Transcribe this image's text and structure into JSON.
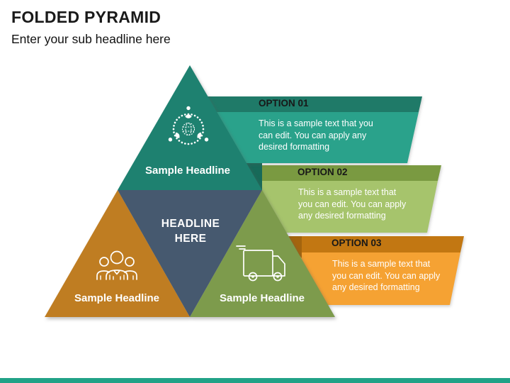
{
  "slide": {
    "title": "FOLDED PYRAMID",
    "subtitle": "Enter your sub headline here",
    "background_color": "#ffffff",
    "footer_bar_color": "#21a287"
  },
  "pyramid": {
    "center": {
      "label": "HEADLINE\nHERE",
      "color": "#46596f"
    },
    "top": {
      "label": "Sample Headline",
      "icon": "network-people-icon",
      "color": "#1e8170"
    },
    "bottom_left": {
      "label": "Sample Headline",
      "icon": "team-icon",
      "color": "#bf7d22"
    },
    "bottom_right": {
      "label": "Sample Headline",
      "icon": "delivery-truck-icon",
      "color": "#7d9b4c"
    }
  },
  "options": [
    {
      "label": "OPTION 01",
      "text": "This is a sample text that you\ncan edit. You can apply any\ndesired formatting",
      "header_color": "#1f7a68",
      "body_color": "#2aa28b",
      "fold_color": "#176a59"
    },
    {
      "label": "OPTION 02",
      "text": "This is a sample text that\nyou can edit. You can apply\nany desired formatting",
      "header_color": "#7a9a41",
      "body_color": "#a6c46c"
    },
    {
      "label": "OPTION 03",
      "text": "This is a sample text that\nyou can edit. You can apply\nany desired formatting",
      "header_color": "#c27712",
      "body_color": "#f5a233",
      "fold_color": "#a4650e"
    }
  ]
}
